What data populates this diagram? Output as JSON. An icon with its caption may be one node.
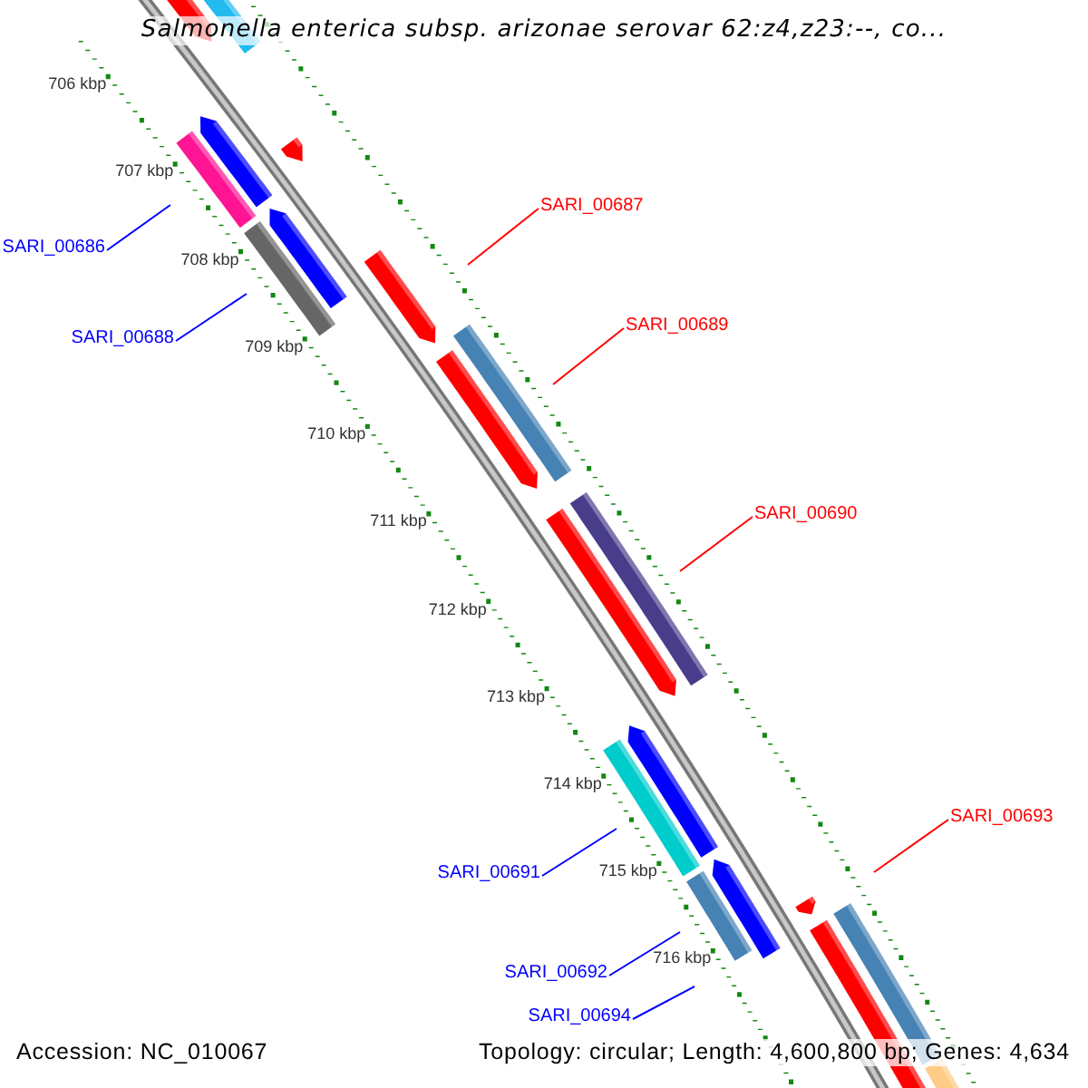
{
  "diagram": {
    "title": "Salmonella enterica subsp. arizonae serovar 62:z4,z23:--, co...",
    "nodes": [
      {
        "text": [
          "SARI_00687"
        ]
      },
      {
        "text": [
          "SARI_00686"
        ]
      },
      {
        "text": [
          "SARI_00689"
        ]
      },
      {
        "text": [
          "SARI_00688"
        ]
      },
      {
        "text": [
          "SARI_00690"
        ]
      },
      {
        "text": [
          "SARI_00693"
        ]
      },
      {
        "text": [
          "SARI_00691"
        ]
      },
      {
        "text": [
          "SARI_00692"
        ]
      },
      {
        "text": [
          "SARI_00694"
        ]
      }
    ],
    "edges": [
      {
        "from": 0,
        "to": null,
        "arrow": "none",
        "color": "#ff0000"
      },
      {
        "from": 1,
        "to": null,
        "arrow": "none"
      },
      {
        "from": 2,
        "to": null,
        "arrow": "none",
        "color": "#ff0000"
      },
      {
        "from": 3,
        "to": null,
        "arrow": "none"
      },
      {
        "from": 4,
        "to": null,
        "arrow": "none",
        "color": "#ff0000"
      },
      {
        "from": 5,
        "to": null,
        "arrow": "none",
        "color": "#ff0000"
      },
      {
        "from": 6,
        "to": null,
        "arrow": "none"
      },
      {
        "from": 7,
        "to": null,
        "arrow": "none"
      },
      {
        "from": 8,
        "to": null,
        "arrow": "none"
      }
    ],
    "labels": [
      "706 kbp",
      "707 kbp",
      "708 kbp",
      "709 kbp",
      "710 kbp",
      "711 kbp",
      "712 kbp",
      "713 kbp",
      "714 kbp",
      "715 kbp",
      "716 kbp",
      "Accession: NC_010067",
      "Topology: circular; Length: 4,600,800 bp; Genes: 4,634"
    ]
  }
}
